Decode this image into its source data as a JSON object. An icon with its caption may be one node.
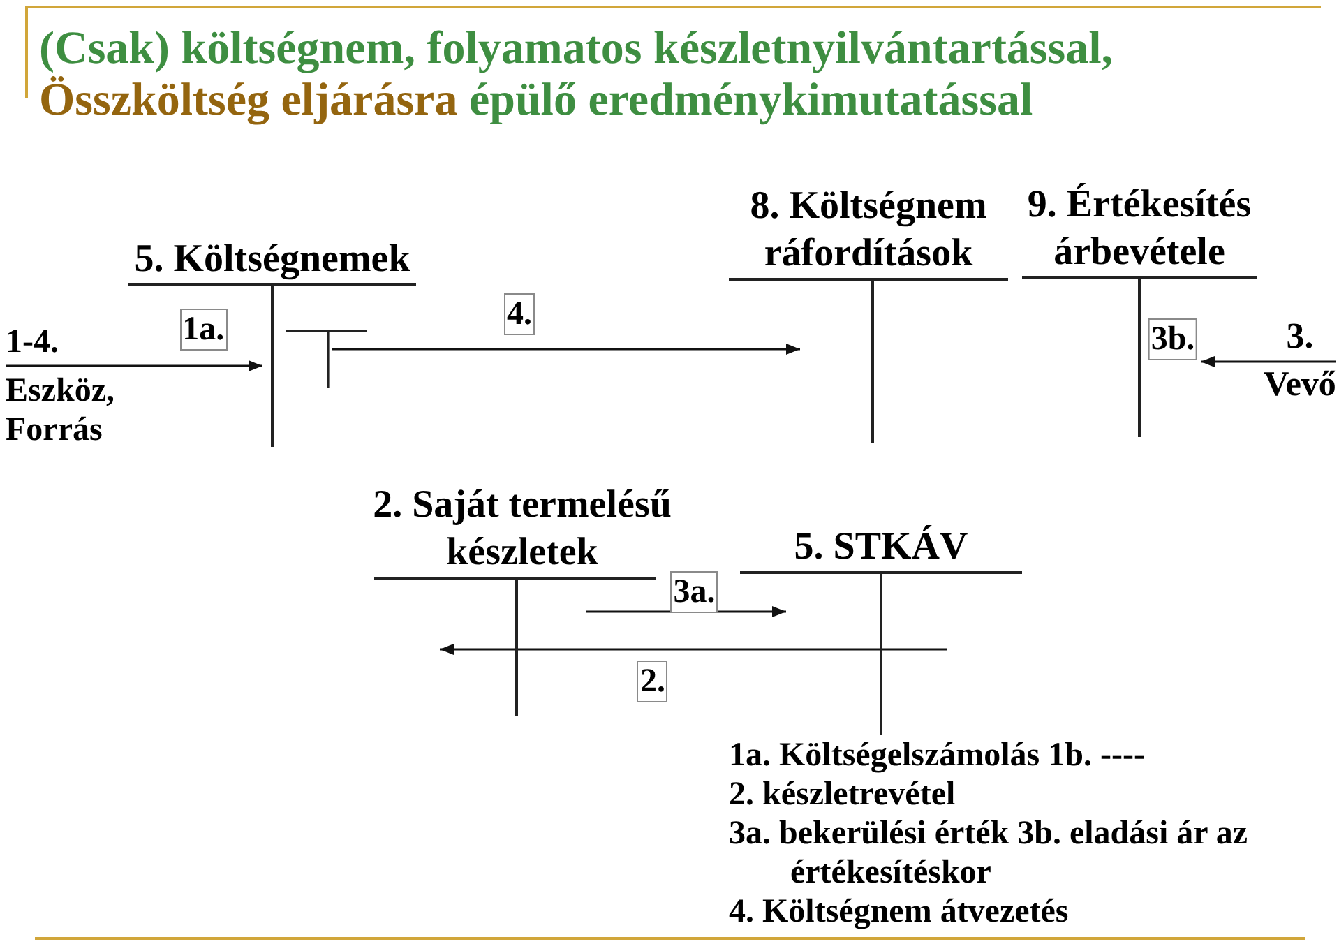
{
  "diagram": {
    "title": "(Csak) költségnem, folyamatos készletnyilvántartással, **Összköltség eljárásra** épülő eredménykimutatással",
    "nodes": [
      {
        "text": [
          "5. Költségnemek"
        ]
      },
      {
        "text": [
          "8. Költségnem ráfordítások"
        ]
      },
      {
        "text": [
          "9. Értékesítés árbevétele"
        ]
      },
      {
        "text": [
          "1-4.",
          "Eszköz, Forrás"
        ]
      },
      {
        "text": [
          "3.",
          "Vevő"
        ]
      },
      {
        "text": [
          "2. Saját termelésű készletek"
        ]
      },
      {
        "text": [
          "5. STKÁV"
        ]
      }
    ],
    "edges": [
      {
        "from": 3,
        "to": 0,
        "arrow": "to",
        "label": "1a."
      },
      {
        "from": 0,
        "to": 1,
        "arrow": "to",
        "label": "4."
      },
      {
        "from": 4,
        "to": 2,
        "arrow": "to",
        "label": "3b."
      },
      {
        "from": 5,
        "to": 6,
        "arrow": "to",
        "label": "3a."
      },
      {
        "from": 6,
        "to": 5,
        "arrow": "to",
        "label": "2."
      }
    ],
    "labels": [
      "1a. Költségelszámolás 1b. ----",
      "2. készletrevétel",
      "3a. bekerülési érték 3b. eladási ár az értékesítéskor",
      "4. Költségnem átvezetés"
    ]
  }
}
